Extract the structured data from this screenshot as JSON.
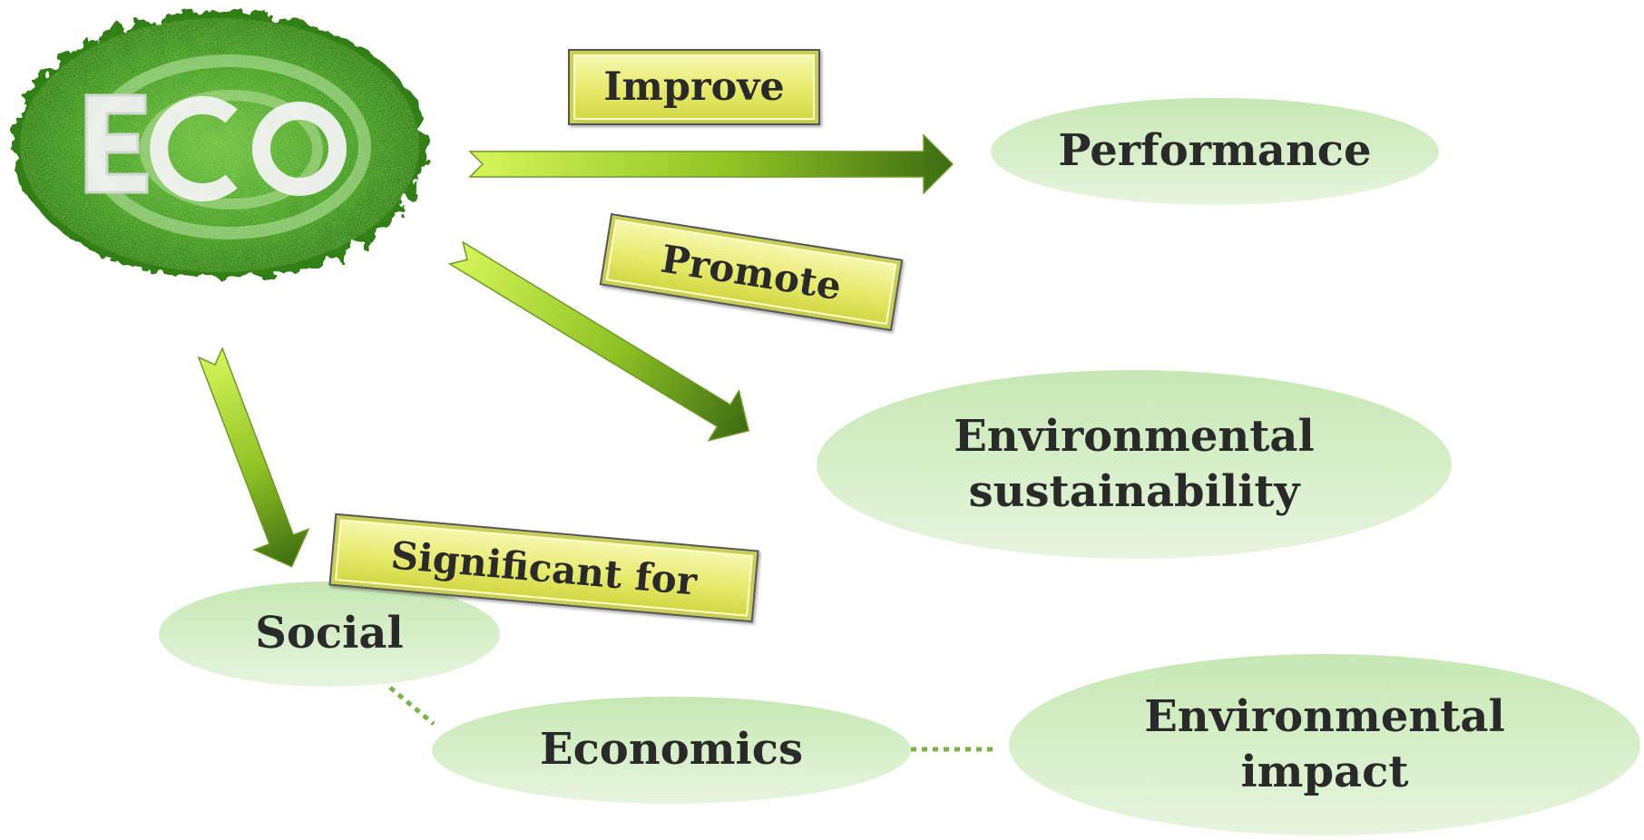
{
  "nodes": {
    "performance": "Performance",
    "env_sustainability_line1": "Environmental",
    "env_sustainability_line2": "sustainability",
    "social": "Social",
    "economics": "Economics",
    "env_impact_line1": "Environmental",
    "env_impact_line2": "impact"
  },
  "edge_labels": {
    "improve": "Improve",
    "promote": "Promote",
    "significant_for": "Significant for"
  },
  "logo": {
    "icon": "eco-leaf-logo-icon",
    "text": "Eco"
  },
  "colors": {
    "arrow_light": "#d6f55a",
    "arrow_dark": "#3d6b12",
    "ellipse_fill": "#d2ecc3",
    "label_fill": "#e6ea6a",
    "dotted_line": "#7ab342"
  }
}
